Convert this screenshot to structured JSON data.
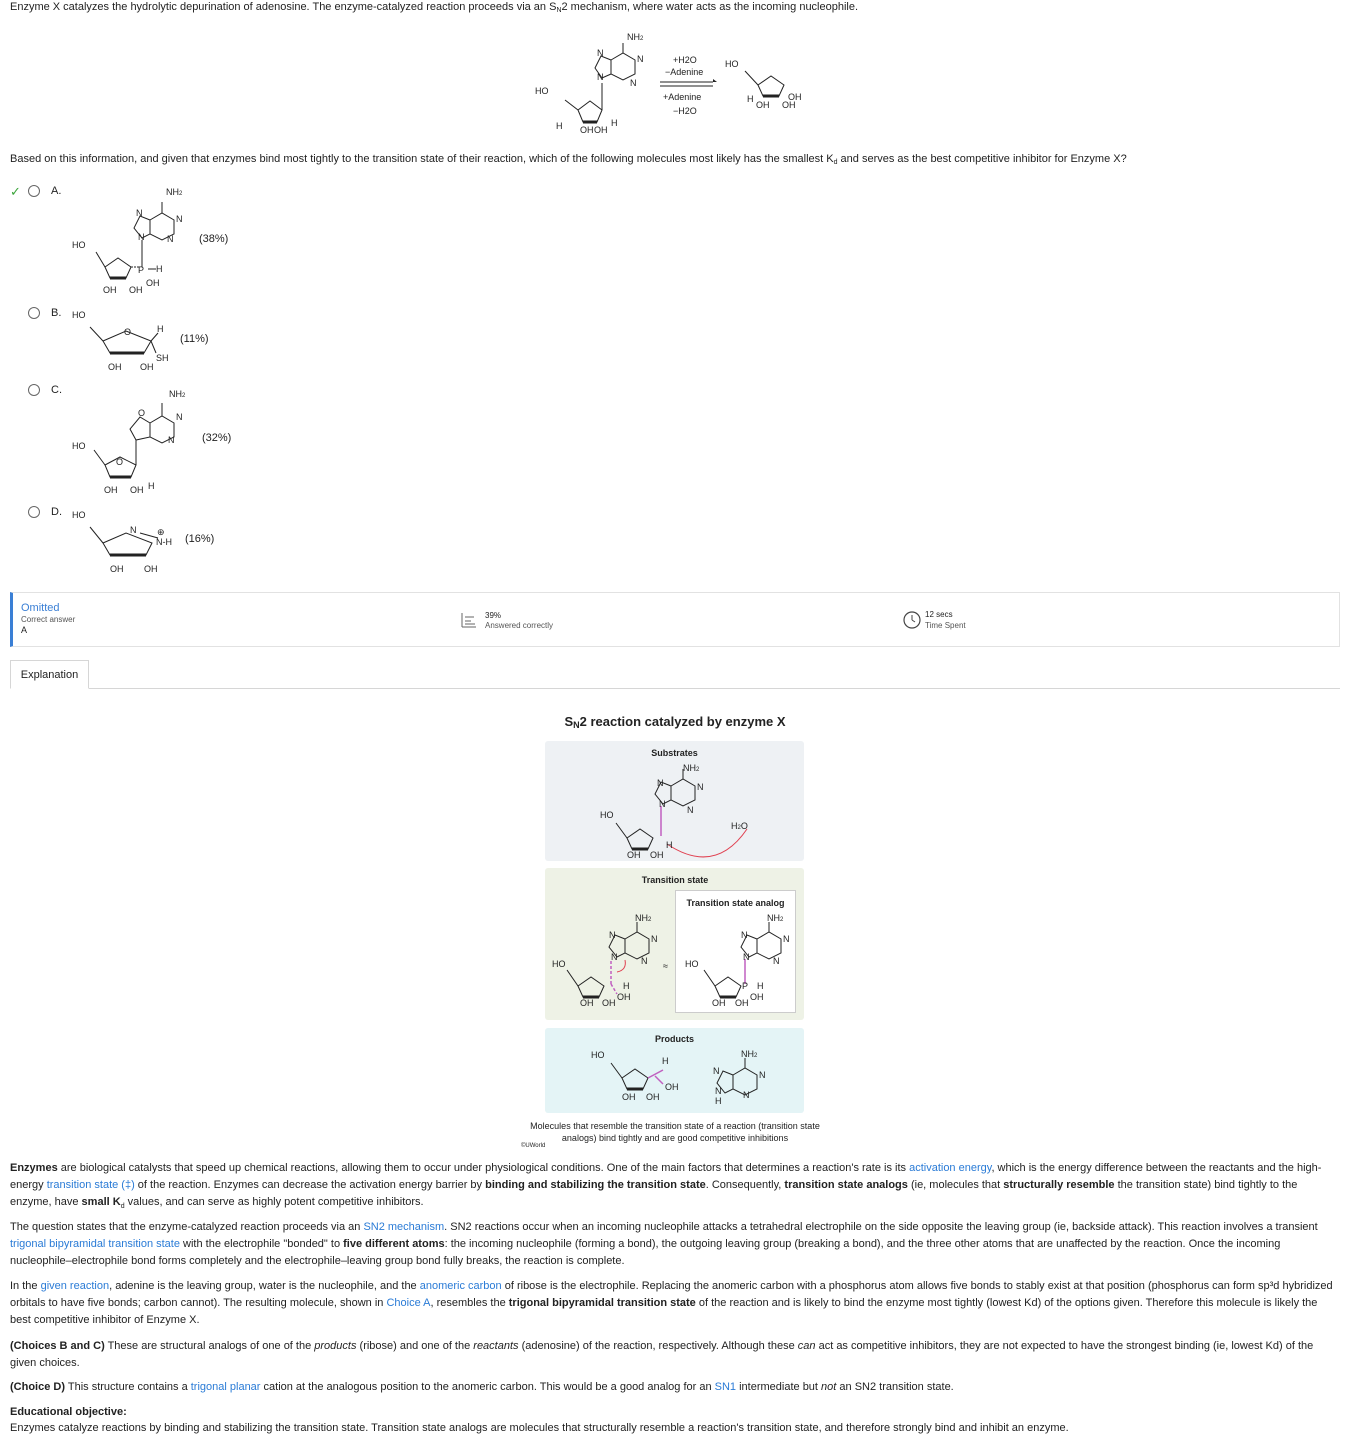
{
  "question": {
    "stem_part1": "Enzyme X catalyzes the hydrolytic depurination of adenosine.  The enzyme-catalyzed reaction proceeds via an S",
    "stem_sub": "N",
    "stem_part2": "2 mechanism, where water acts as the incoming nucleophile.",
    "prompt_part1": "Based on this information, and given that enzymes bind most tightly to the transition state of their reaction, which of the following molecules most likely has the smallest K",
    "prompt_sub": "d",
    "prompt_part2": " and serves as the best competitive inhibitor for Enzyme X?"
  },
  "reaction": {
    "forward_top": "+H2O",
    "forward_bottom": "−Adenine",
    "reverse_top": "+Adenine",
    "reverse_bottom": "−H2O"
  },
  "options": [
    {
      "letter": "A.",
      "percent": "(38%)",
      "correct": true
    },
    {
      "letter": "B.",
      "percent": "(11%)",
      "correct": false
    },
    {
      "letter": "C.",
      "percent": "(32%)",
      "correct": false
    },
    {
      "letter": "D.",
      "percent": "(16%)",
      "correct": false
    }
  ],
  "stats": {
    "status": "Omitted",
    "correct_label": "Correct answer",
    "correct_value": "A",
    "percent_value": "39%",
    "percent_label": "Answered correctly",
    "time_value": "12 secs",
    "time_label": "Time Spent"
  },
  "tabs": {
    "explanation": "Explanation"
  },
  "figure": {
    "title_prefix": "S",
    "title_sub": "N",
    "title_rest": "2 reaction catalyzed by enzyme X",
    "panel_substrates": "Substrates",
    "panel_transition": "Transition state",
    "panel_analog": "Transition state analog",
    "panel_products": "Products",
    "caption": "Molecules that resemble the transition state of a reaction (transition state analogs) bind tightly and are good competitive inhibitions",
    "copyright": "©UWorld"
  },
  "explanation": {
    "p1": {
      "a": "Enzymes",
      "b": " are biological catalysts that speed up chemical reactions, allowing them to occur under physiological conditions.  One of the main factors that determines a reaction's rate is its ",
      "link1": "activation energy",
      "c": ", which is the energy difference between the reactants and the high-energy ",
      "link2": "transition state (‡)",
      "d": " of the reaction.  Enzymes can decrease the activation energy barrier by ",
      "e": "binding and stabilizing the transition state",
      "f": ".  Consequently, ",
      "g": "transition state analogs",
      "h": " (ie, molecules that ",
      "i": "structurally resemble",
      "j": " the transition state) bind tightly to the enzyme, have ",
      "k": "small K",
      "k_sub": "d",
      "l": " values, and can serve as highly potent competitive inhibitors."
    },
    "p2": {
      "a": "The question states that the enzyme-catalyzed reaction proceeds via an ",
      "link1": "SN2 mechanism",
      "b": ".  SN2 reactions occur when an incoming nucleophile attacks a tetrahedral electrophile on the side opposite the leaving group (ie, backside attack).  This reaction involves a transient ",
      "link2": "trigonal bipyramidal transition state",
      "c": " with the electrophile \"bonded\" to ",
      "d": "five different atoms",
      "e": ": the incoming nucleophile (forming a bond), the outgoing leaving group (breaking a bond), and the three other atoms that are unaffected by the reaction.  Once the incoming nucleophile–electrophile bond forms completely and the electrophile–leaving group bond fully breaks, the reaction is complete."
    },
    "p3": {
      "a": "In the ",
      "link1": "given reaction",
      "b": ", adenine is the leaving group, water is the nucleophile, and the ",
      "link2": "anomeric carbon",
      "c": " of ribose is the electrophile.  Replacing the anomeric carbon with a phosphorus atom allows five bonds to stably exist at that position (phosphorus can form sp³d hybridized orbitals to have five bonds; carbon cannot).  The resulting molecule, shown in ",
      "link3": "Choice A",
      "d": ", resembles the ",
      "e": "trigonal bipyramidal transition state",
      "f": " of the reaction and is likely to bind the enzyme most tightly (lowest Kd) of the options given.  Therefore this molecule is likely  the best competitive inhibitor of Enzyme X."
    },
    "p4": {
      "a": "(Choices B and C)",
      "b": "  These are structural analogs of one of the ",
      "c": "products",
      "d": " (ribose) and one of the ",
      "e": "reactants",
      "f": " (adenosine) of the reaction, respectively.  Although these ",
      "g": "can",
      "h": " act as competitive inhibitors, they are not expected to have the strongest binding (ie, lowest Kd) of the given choices."
    },
    "p5": {
      "a": "(Choice D)",
      "b": "  This structure contains a ",
      "link1": "trigonal planar",
      "c": " cation at the analogous position to the anomeric carbon.  This would be a good analog for an ",
      "link2": "SN1",
      "d": " intermediate but ",
      "e": "not",
      "f": " an SN2 transition state."
    },
    "objective_title": "Educational objective:",
    "objective_text": "Enzymes catalyze reactions by binding and stabilizing the transition state.  Transition state analogs are molecules that structurally resemble a reaction's transition state, and therefore strongly bind and inhibit an enzyme."
  }
}
